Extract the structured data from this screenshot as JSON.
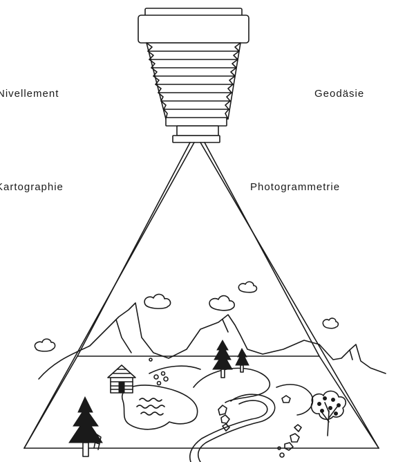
{
  "labels": {
    "nivellement": "Nivellement",
    "geodaesie": "Geodäsie",
    "kartographie": "Kartographie",
    "photogrammetrie": "Photogrammetrie"
  },
  "colors": {
    "ink": "#1a1a1a",
    "paper": "#ffffff"
  }
}
